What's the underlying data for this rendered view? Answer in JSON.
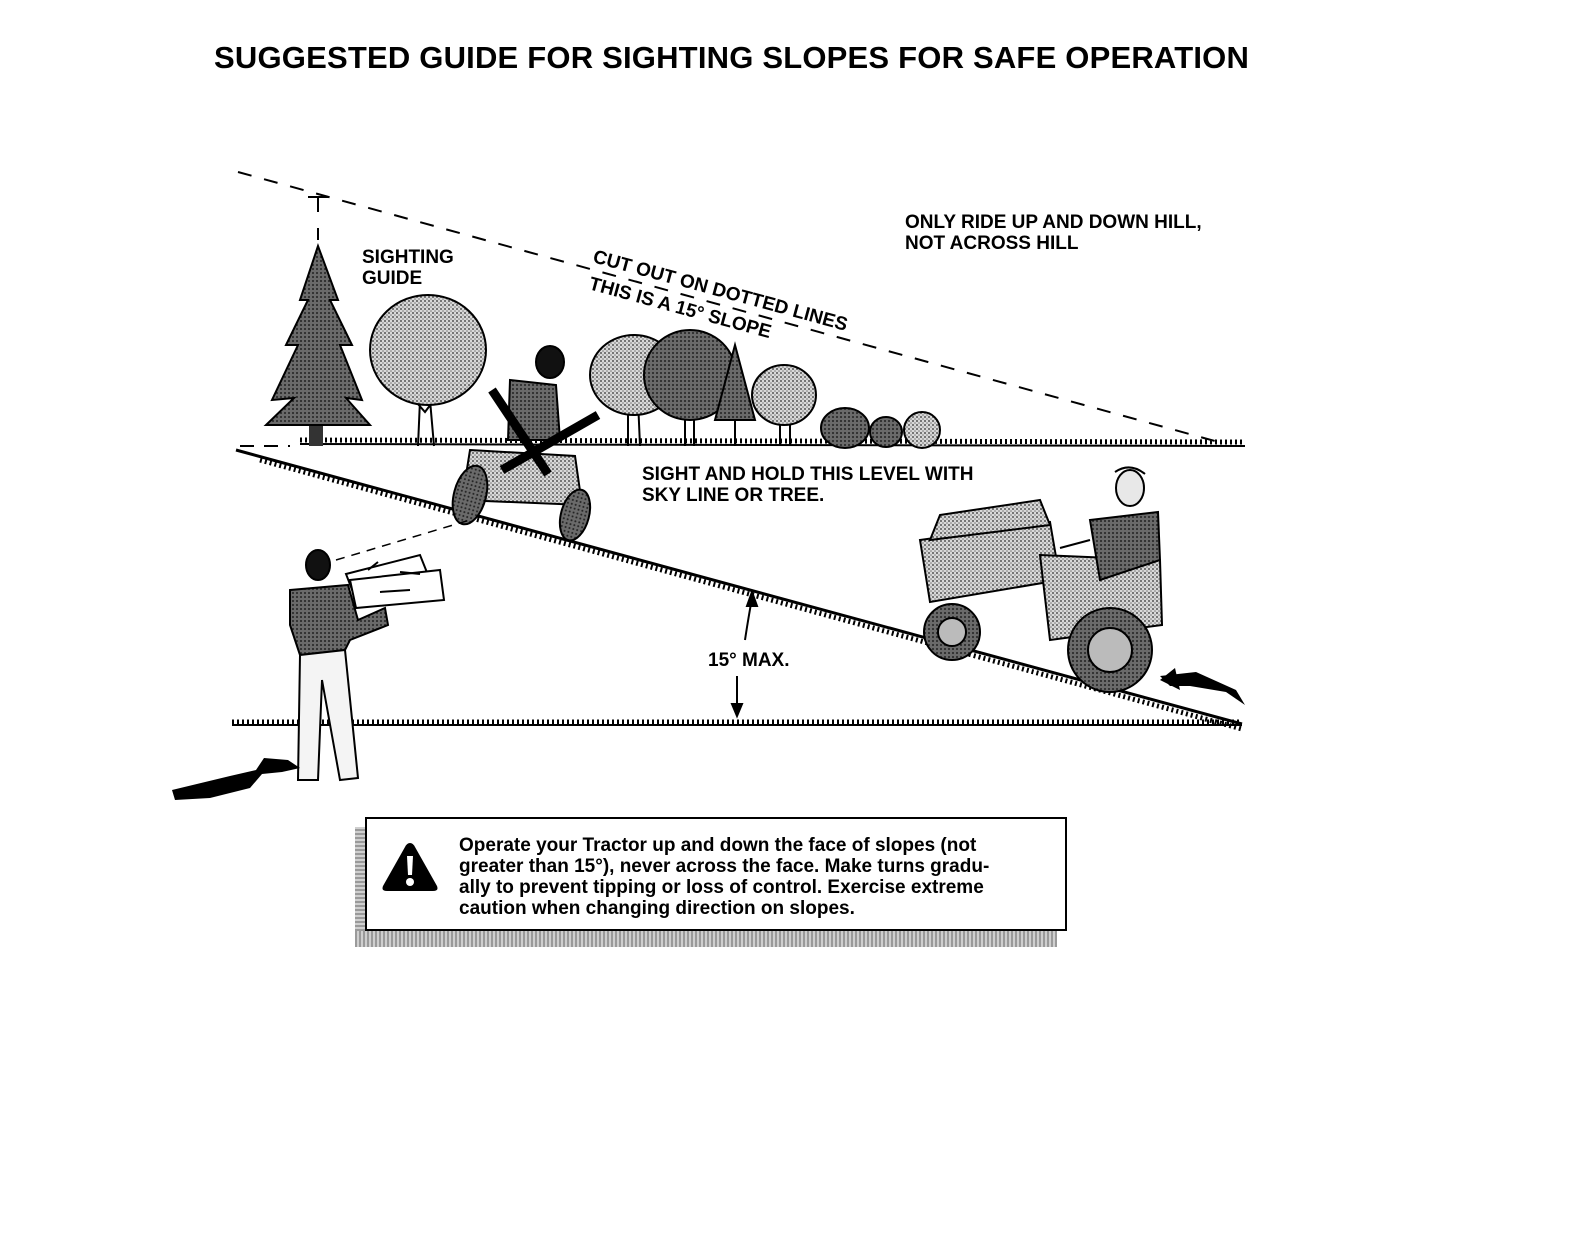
{
  "title": "SUGGESTED GUIDE FOR SIGHTING SLOPES FOR SAFE OPERATION",
  "labels": {
    "sighting_guide": [
      "SIGHTING",
      "GUIDE"
    ],
    "only_ride": [
      "ONLY RIDE UP AND DOWN HILL,",
      "NOT ACROSS HILL"
    ],
    "cut_out": "CUT OUT ON DOTTED LINES",
    "this_is": "THIS IS A 15° SLOPE",
    "sight_hold": [
      "SIGHT AND HOLD THIS LEVEL WITH",
      "SKY LINE OR TREE."
    ],
    "max_angle": "15° MAX."
  },
  "warning": {
    "icon": "warning-triangle-icon",
    "lines": [
      "Operate your Tractor up and down the face of slopes (not",
      "greater than 15°), never across the face. Make turns gradu-",
      "ally to prevent tipping or loss of control. Exercise extreme",
      "caution when changing direction on slopes."
    ]
  }
}
